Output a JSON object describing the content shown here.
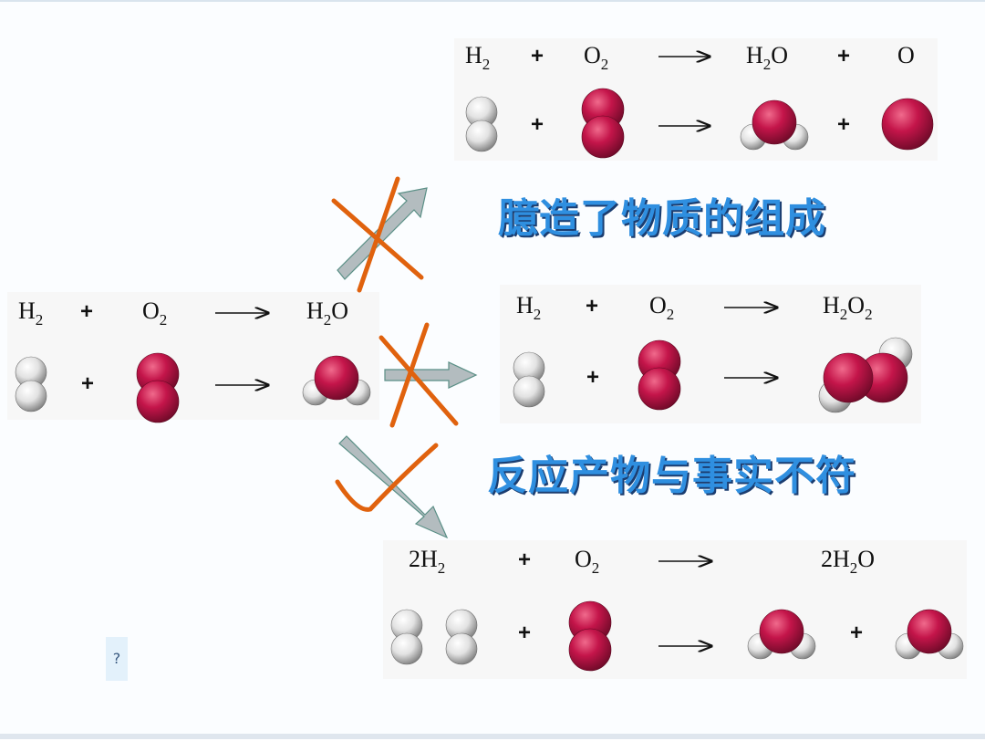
{
  "colors": {
    "oxygen": "#c4154a",
    "hydrogen": "#e2e2e2",
    "cross": "#e0620e",
    "arrow": "#b3bcbf",
    "note_text": "#2f8fe0"
  },
  "main_equation": {
    "r1": "H",
    "r1_sub": "2",
    "plus": "+",
    "r2": "O",
    "r2_sub": "2",
    "p1": "H",
    "p1_sub": "2",
    "p1_end": "O"
  },
  "option_top": {
    "r1": "H",
    "r1_sub": "2",
    "plus1": "+",
    "r2": "O",
    "r2_sub": "2",
    "p1": "H",
    "p1_sub": "2",
    "p1_end": "O",
    "plus2": "+",
    "p2": "O",
    "verdict": "wrong"
  },
  "option_mid": {
    "r1": "H",
    "r1_sub": "2",
    "plus": "+",
    "r2": "O",
    "r2_sub": "2",
    "p1": "H",
    "p1_sub": "2",
    "p1_mid": "O",
    "p1_sub2": "2",
    "verdict": "wrong"
  },
  "option_bottom": {
    "r1": "2H",
    "r1_sub": "2",
    "plus1": "+",
    "r2": "O",
    "r2_sub": "2",
    "p1": "2H",
    "p1_sub": "2",
    "p1_end": "O",
    "plus2": "+",
    "verdict": "correct"
  },
  "notes": {
    "fabricated": "臆造了物质的组成",
    "mismatch": "反应产物与事实不符"
  },
  "placeholder": {
    "question": "?"
  }
}
